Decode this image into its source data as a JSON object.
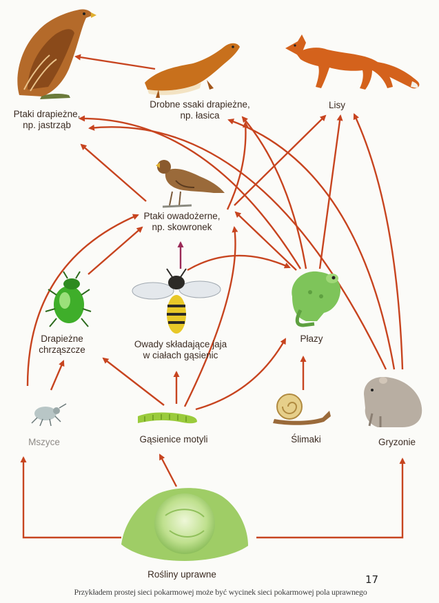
{
  "colors": {
    "arrow": "#c7441f",
    "arrow_up": "#9a2a57"
  },
  "nodes": [
    {
      "id": "hawk",
      "icon": "hawk-icon",
      "lines": [
        "Ptaki drapieżne,",
        "np. jastrząb"
      ]
    },
    {
      "id": "weasel",
      "icon": "weasel-icon",
      "lines": [
        "Drobne ssaki drapieżne,",
        "np. łasica"
      ]
    },
    {
      "id": "fox",
      "icon": "fox-icon",
      "lines": [
        "Lisy"
      ]
    },
    {
      "id": "lark",
      "icon": "lark-icon",
      "lines": [
        "Ptaki owadożerne,",
        "np. skowronek"
      ]
    },
    {
      "id": "beetle",
      "icon": "beetle-icon",
      "lines": [
        "Drapieżne",
        "chrząszcze"
      ]
    },
    {
      "id": "wasp",
      "icon": "wasp-icon",
      "lines": [
        "Owady składające jaja",
        "w ciałach gąsienic"
      ]
    },
    {
      "id": "frog",
      "icon": "frog-icon",
      "lines": [
        "Płazy"
      ]
    },
    {
      "id": "aphid",
      "icon": "aphid-icon",
      "lines": [
        "Mszyce"
      ]
    },
    {
      "id": "caterpillar",
      "icon": "caterpillar-icon",
      "lines": [
        "Gąsienice motyli"
      ]
    },
    {
      "id": "snail",
      "icon": "snail-icon",
      "lines": [
        "Ślimaki"
      ]
    },
    {
      "id": "rodent",
      "icon": "rodent-icon",
      "lines": [
        "Gryzonie"
      ]
    },
    {
      "id": "cabbage",
      "icon": "cabbage-icon",
      "lines": [
        "Rośliny uprawne"
      ]
    }
  ],
  "links": [
    [
      "weasel",
      "hawk"
    ],
    [
      "lark",
      "hawk"
    ],
    [
      "lark",
      "weasel"
    ],
    [
      "lark",
      "fox"
    ],
    [
      "beetle",
      "lark"
    ],
    [
      "wasp",
      "lark"
    ],
    [
      "wasp",
      "frog"
    ],
    [
      "aphid",
      "beetle"
    ],
    [
      "aphid",
      "lark"
    ],
    [
      "caterpillar",
      "beetle"
    ],
    [
      "caterpillar",
      "wasp"
    ],
    [
      "caterpillar",
      "lark"
    ],
    [
      "caterpillar",
      "frog"
    ],
    [
      "frog",
      "hawk"
    ],
    [
      "frog",
      "weasel"
    ],
    [
      "frog",
      "fox"
    ],
    [
      "frog",
      "lark"
    ],
    [
      "snail",
      "frog"
    ],
    [
      "rodent",
      "hawk"
    ],
    [
      "rodent",
      "weasel"
    ],
    [
      "rodent",
      "fox"
    ],
    [
      "cabbage",
      "aphid"
    ],
    [
      "cabbage",
      "caterpillar"
    ],
    [
      "cabbage",
      "rodent"
    ]
  ],
  "caption": "Przykładem prostej sieci pokarmowej może być wycinek sieci pokarmowej pola uprawnego",
  "page_number": "17"
}
